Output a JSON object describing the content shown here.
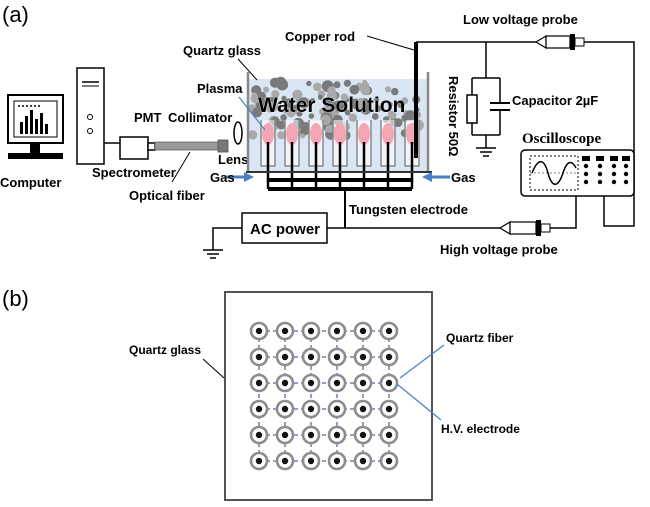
{
  "panel_a": {
    "tag": "(a)",
    "labels": {
      "quartz_glass": "Quartz  glass",
      "copper_rod": "Copper rod",
      "low_voltage_probe": "Low  voltage probe",
      "plasma": "Plasma",
      "water_solution": "Water Solution",
      "resistor": "Resistor  50Ω",
      "capacitor": "Capacitor  2µF",
      "oscilloscope": "Oscilloscope",
      "pmt": "PMT",
      "collimator": "Collimator",
      "lens": "Lens",
      "gas_left": "Gas",
      "gas_right": "Gas",
      "computer": "Computer",
      "spectrometer": "Spectrometer",
      "optical_fiber": "Optical fiber",
      "tungsten_electrode": "Tungsten electrode",
      "ac_power": "AC power",
      "high_voltage_probe": "High  voltage probe"
    }
  },
  "panel_b": {
    "tag": "(b)",
    "labels": {
      "quartz_glass": "Quartz glass",
      "quartz_fiber": "Quartz fiber",
      "hv_electrode": "H.V.  electrode"
    },
    "grid": {
      "rows": 6,
      "cols": 6
    }
  },
  "colors": {
    "plasma": "#f4a6b4",
    "bubble": "#7a7a7a",
    "water_bg": "#dbe6f4",
    "annotation": "#4a7fc1",
    "frame": "#555555"
  }
}
